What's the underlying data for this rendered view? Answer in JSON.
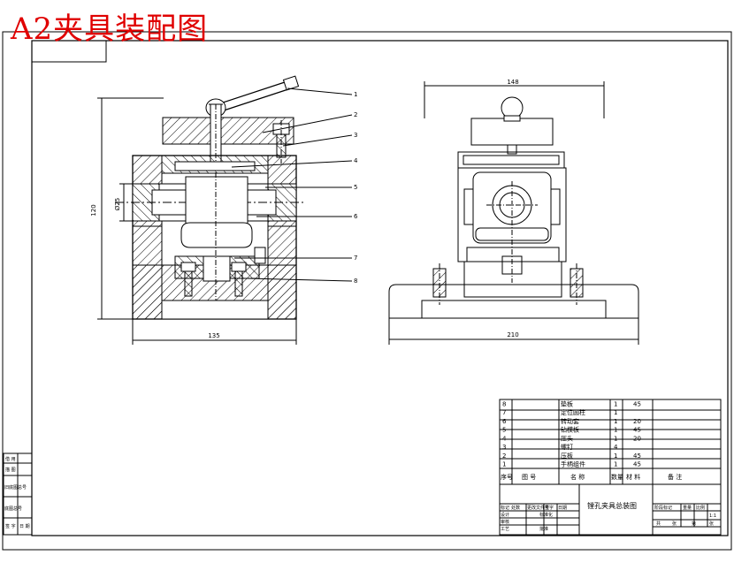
{
  "overlay_title": "A2夹具装配图",
  "drawing_title": "镗孔夹具总装图",
  "dimensions": {
    "height": "120",
    "bore": "Ø25",
    "width_front": "135",
    "width_side": "210",
    "width_side_top": "148"
  },
  "balloons": [
    "1",
    "2",
    "3",
    "4",
    "5",
    "6",
    "7",
    "8"
  ],
  "bom": {
    "rows": [
      {
        "no": "8",
        "name": "垫板",
        "qty": "1",
        "material": "45"
      },
      {
        "no": "7",
        "name": "定位圆柱",
        "qty": "1",
        "material": ""
      },
      {
        "no": "6",
        "name": "转动套",
        "qty": "1",
        "material": "20"
      },
      {
        "no": "5",
        "name": "钻模板",
        "qty": "1",
        "material": "45"
      },
      {
        "no": "4",
        "name": "压头",
        "qty": "1",
        "material": "20"
      },
      {
        "no": "3",
        "name": "螺钉",
        "qty": "4",
        "material": ""
      },
      {
        "no": "2",
        "name": "压板",
        "qty": "1",
        "material": "45"
      },
      {
        "no": "1",
        "name": "手柄组件",
        "qty": "1",
        "material": "45"
      }
    ],
    "headers": {
      "no": "序号",
      "code": "图 号",
      "name": "名 称",
      "qty": "数量",
      "material": "材 料",
      "remark": "备 注"
    }
  },
  "side_block": [
    "借 用",
    "描 图",
    "旧底图总号",
    "底图总号",
    "签 字",
    "日 期"
  ],
  "title_block": {
    "labels": [
      "标记",
      "处数",
      "更改文件号",
      "签字",
      "日期",
      "设计",
      "标准化",
      "审核",
      "工艺",
      "批准"
    ],
    "right_labels": [
      "阶段标记",
      "重量",
      "比例",
      "共",
      "张",
      "第",
      "张"
    ],
    "scale": "1:1"
  },
  "colors": {
    "line": "#000000",
    "hatch": "#000000",
    "title": "#e00000"
  }
}
